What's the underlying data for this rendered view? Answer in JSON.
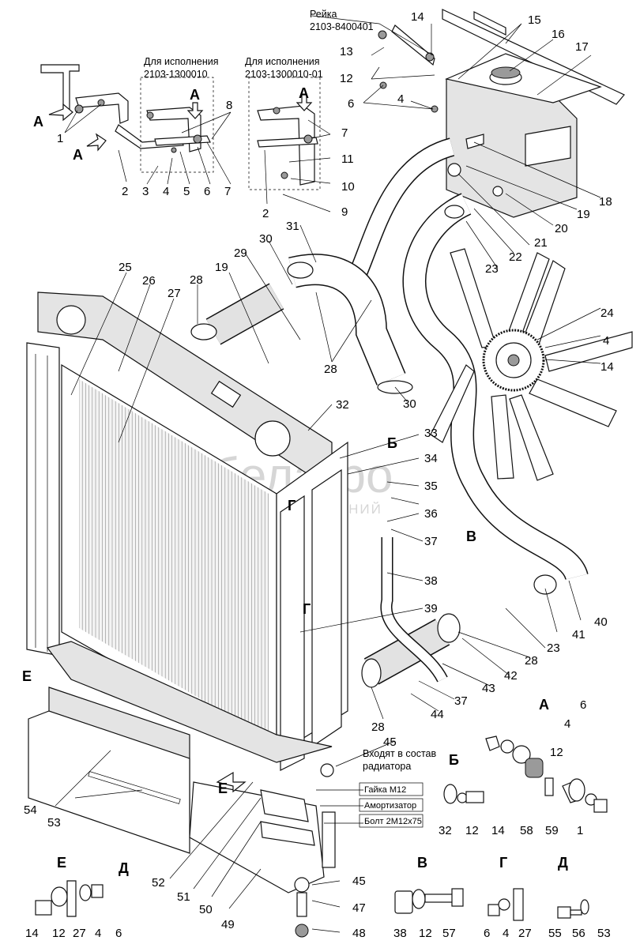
{
  "top_labels": {
    "reika": "Рейка",
    "reika_part": "2103-8400401",
    "variant_a": "Для исполнения",
    "variant_a_num": "2103-1300010",
    "variant_b": "Для исполнения",
    "variant_b_num": "2103-1300010-01"
  },
  "radiator_box": {
    "title_line1": "Входят в состав",
    "title_line2": "радиатора",
    "item1": "Гайка М12",
    "item2": "Амортизатор",
    "item3": "Болт 2М12х75"
  },
  "watermark": {
    "name": "белагро",
    "sub": "ГРУППА КОМПАНИЙ"
  },
  "view_letters": {
    "a": "А",
    "b": "Б",
    "v": "В",
    "g": "Г",
    "d": "Д",
    "e": "Е"
  },
  "callouts": [
    {
      "id": "c1",
      "text": "1"
    },
    {
      "id": "c2",
      "text": "2"
    },
    {
      "id": "c3",
      "text": "3"
    },
    {
      "id": "c4",
      "text": "4"
    },
    {
      "id": "c5",
      "text": "5"
    },
    {
      "id": "c6",
      "text": "6"
    },
    {
      "id": "c7",
      "text": "7"
    },
    {
      "id": "c8",
      "text": "8"
    },
    {
      "id": "c9",
      "text": "9"
    },
    {
      "id": "c10",
      "text": "10"
    },
    {
      "id": "c11",
      "text": "11"
    },
    {
      "id": "c2b",
      "text": "2"
    },
    {
      "id": "c7b",
      "text": "7"
    },
    {
      "id": "c12",
      "text": "12"
    },
    {
      "id": "c13",
      "text": "13"
    },
    {
      "id": "c14",
      "text": "14"
    },
    {
      "id": "c15",
      "text": "15"
    },
    {
      "id": "c16",
      "text": "16"
    },
    {
      "id": "c17",
      "text": "17"
    },
    {
      "id": "c6b",
      "text": "6"
    },
    {
      "id": "c4b",
      "text": "4"
    },
    {
      "id": "c18",
      "text": "18"
    },
    {
      "id": "c19",
      "text": "19"
    },
    {
      "id": "c20",
      "text": "20"
    },
    {
      "id": "c21",
      "text": "21"
    },
    {
      "id": "c22",
      "text": "22"
    },
    {
      "id": "c23",
      "text": "23"
    },
    {
      "id": "c24",
      "text": "24"
    },
    {
      "id": "c4c",
      "text": "4"
    },
    {
      "id": "c14b",
      "text": "14"
    },
    {
      "id": "c25",
      "text": "25"
    },
    {
      "id": "c26",
      "text": "26"
    },
    {
      "id": "c27",
      "text": "27"
    },
    {
      "id": "c28",
      "text": "28"
    },
    {
      "id": "c19b",
      "text": "19"
    },
    {
      "id": "c29",
      "text": "29"
    },
    {
      "id": "c30",
      "text": "30"
    },
    {
      "id": "c31",
      "text": "31"
    },
    {
      "id": "c28b",
      "text": "28"
    },
    {
      "id": "c30b",
      "text": "30"
    },
    {
      "id": "c32",
      "text": "32"
    },
    {
      "id": "c33",
      "text": "33"
    },
    {
      "id": "c34",
      "text": "34"
    },
    {
      "id": "c35",
      "text": "35"
    },
    {
      "id": "c36",
      "text": "36"
    },
    {
      "id": "c37",
      "text": "37"
    },
    {
      "id": "c38",
      "text": "38"
    },
    {
      "id": "c39",
      "text": "39"
    },
    {
      "id": "c40",
      "text": "40"
    },
    {
      "id": "c41",
      "text": "41"
    },
    {
      "id": "c23b",
      "text": "23"
    },
    {
      "id": "c28c",
      "text": "28"
    },
    {
      "id": "c42",
      "text": "42"
    },
    {
      "id": "c43",
      "text": "43"
    },
    {
      "id": "c37b",
      "text": "37"
    },
    {
      "id": "c44",
      "text": "44"
    },
    {
      "id": "c28d",
      "text": "28"
    },
    {
      "id": "c45",
      "text": "45"
    },
    {
      "id": "c54",
      "text": "54"
    },
    {
      "id": "c53",
      "text": "53"
    },
    {
      "id": "c52",
      "text": "52"
    },
    {
      "id": "c51",
      "text": "51"
    },
    {
      "id": "c50",
      "text": "50"
    },
    {
      "id": "c49",
      "text": "49"
    },
    {
      "id": "c45b",
      "text": "45"
    },
    {
      "id": "c47",
      "text": "47"
    },
    {
      "id": "c48",
      "text": "48"
    },
    {
      "id": "dA6",
      "text": "6"
    },
    {
      "id": "dA4",
      "text": "4"
    },
    {
      "id": "dA12",
      "text": "12"
    },
    {
      "id": "dA1",
      "text": "1"
    },
    {
      "id": "dA58",
      "text": "58"
    },
    {
      "id": "dA59",
      "text": "59"
    },
    {
      "id": "dB32",
      "text": "32"
    },
    {
      "id": "dB12",
      "text": "12"
    },
    {
      "id": "dB14",
      "text": "14"
    },
    {
      "id": "dE14",
      "text": "14"
    },
    {
      "id": "dE12",
      "text": "12"
    },
    {
      "id": "dE27",
      "text": "27"
    },
    {
      "id": "dE4",
      "text": "4"
    },
    {
      "id": "dE6",
      "text": "6"
    },
    {
      "id": "dV38",
      "text": "38"
    },
    {
      "id": "dV12",
      "text": "12"
    },
    {
      "id": "dV57",
      "text": "57"
    },
    {
      "id": "dG6",
      "text": "6"
    },
    {
      "id": "dG4",
      "text": "4"
    },
    {
      "id": "dG27",
      "text": "27"
    },
    {
      "id": "dD55",
      "text": "55"
    },
    {
      "id": "dD56",
      "text": "56"
    },
    {
      "id": "dD53",
      "text": "53"
    }
  ]
}
